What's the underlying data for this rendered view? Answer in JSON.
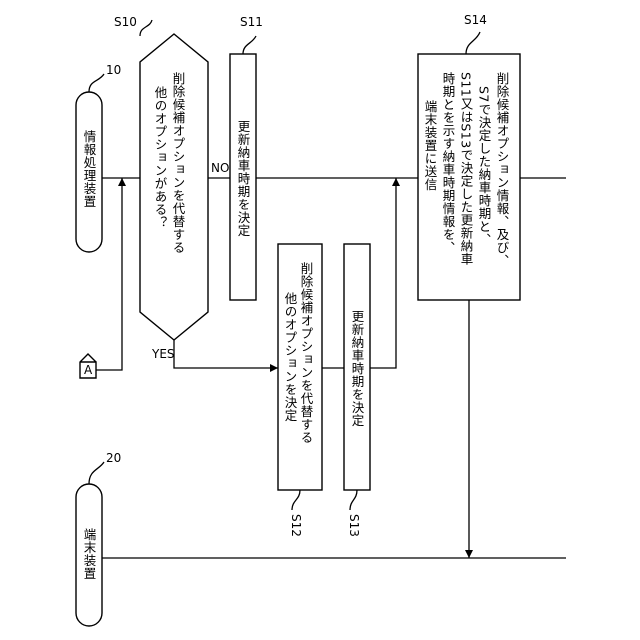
{
  "lanes": [
    {
      "ref": "10",
      "label": "情報処理装置"
    },
    {
      "ref": "20",
      "label": "端末装置"
    }
  ],
  "connector": {
    "label": "A"
  },
  "steps": [
    {
      "id": "S10",
      "type": "decision",
      "lines": [
        "削除候補オプションを代替する",
        "他のオプションがある？"
      ]
    },
    {
      "id": "S11",
      "type": "process",
      "lines": [
        "更新納車時期を決定"
      ]
    },
    {
      "id": "S12",
      "type": "process",
      "lines": [
        "削除候補オプションを代替する",
        "他のオプションを決定"
      ]
    },
    {
      "id": "S13",
      "type": "process",
      "lines": [
        "更新納車時期を決定"
      ]
    },
    {
      "id": "S14",
      "type": "process",
      "lines": [
        "削除候補オプション情報、及び、",
        "S7で決定した納車時期と、",
        "S11又はS13で決定した更新納車",
        "時期とを示す納車時期情報を、",
        "端末装置に送信"
      ]
    }
  ],
  "branches": {
    "no": "NO",
    "yes": "YES"
  }
}
